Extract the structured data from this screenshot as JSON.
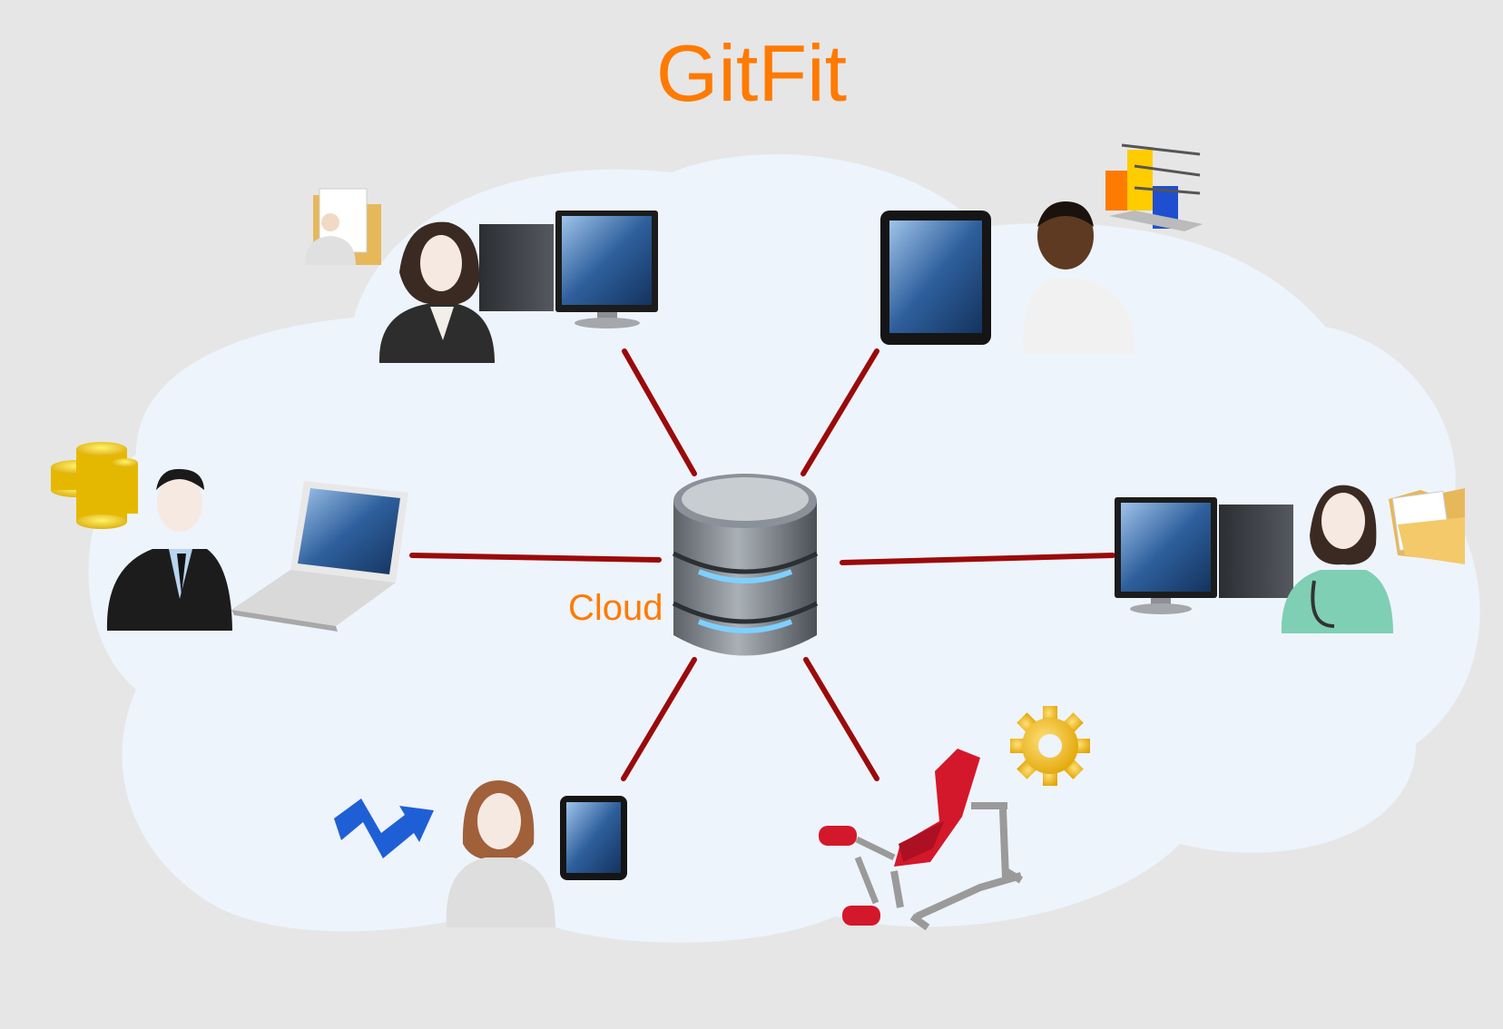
{
  "title": "GitFit",
  "center_label": "Cloud",
  "colors": {
    "background": "#e6e6e6",
    "cloud_fill": "#eef4fb",
    "accent_text": "#ff7a00",
    "connector": "#9b0a0a"
  },
  "nodes": [
    {
      "id": "top-left",
      "person": "businesswoman",
      "device": "desktop-computer",
      "accessory": "user-folder-icon"
    },
    {
      "id": "top-right",
      "person": "man-white-shirt",
      "device": "tablet",
      "accessory": "bar-chart-icon"
    },
    {
      "id": "mid-left",
      "person": "businessman",
      "device": "laptop",
      "accessory": "gold-coins-icon"
    },
    {
      "id": "mid-right",
      "person": "nurse",
      "device": "desktop-computer",
      "accessory": "folder-icon"
    },
    {
      "id": "bottom-left",
      "person": "woman",
      "device": "tablet",
      "accessory": "blue-arrow-icon"
    },
    {
      "id": "bottom-right",
      "device": "weight-bench",
      "accessory": "gear-icon"
    }
  ]
}
